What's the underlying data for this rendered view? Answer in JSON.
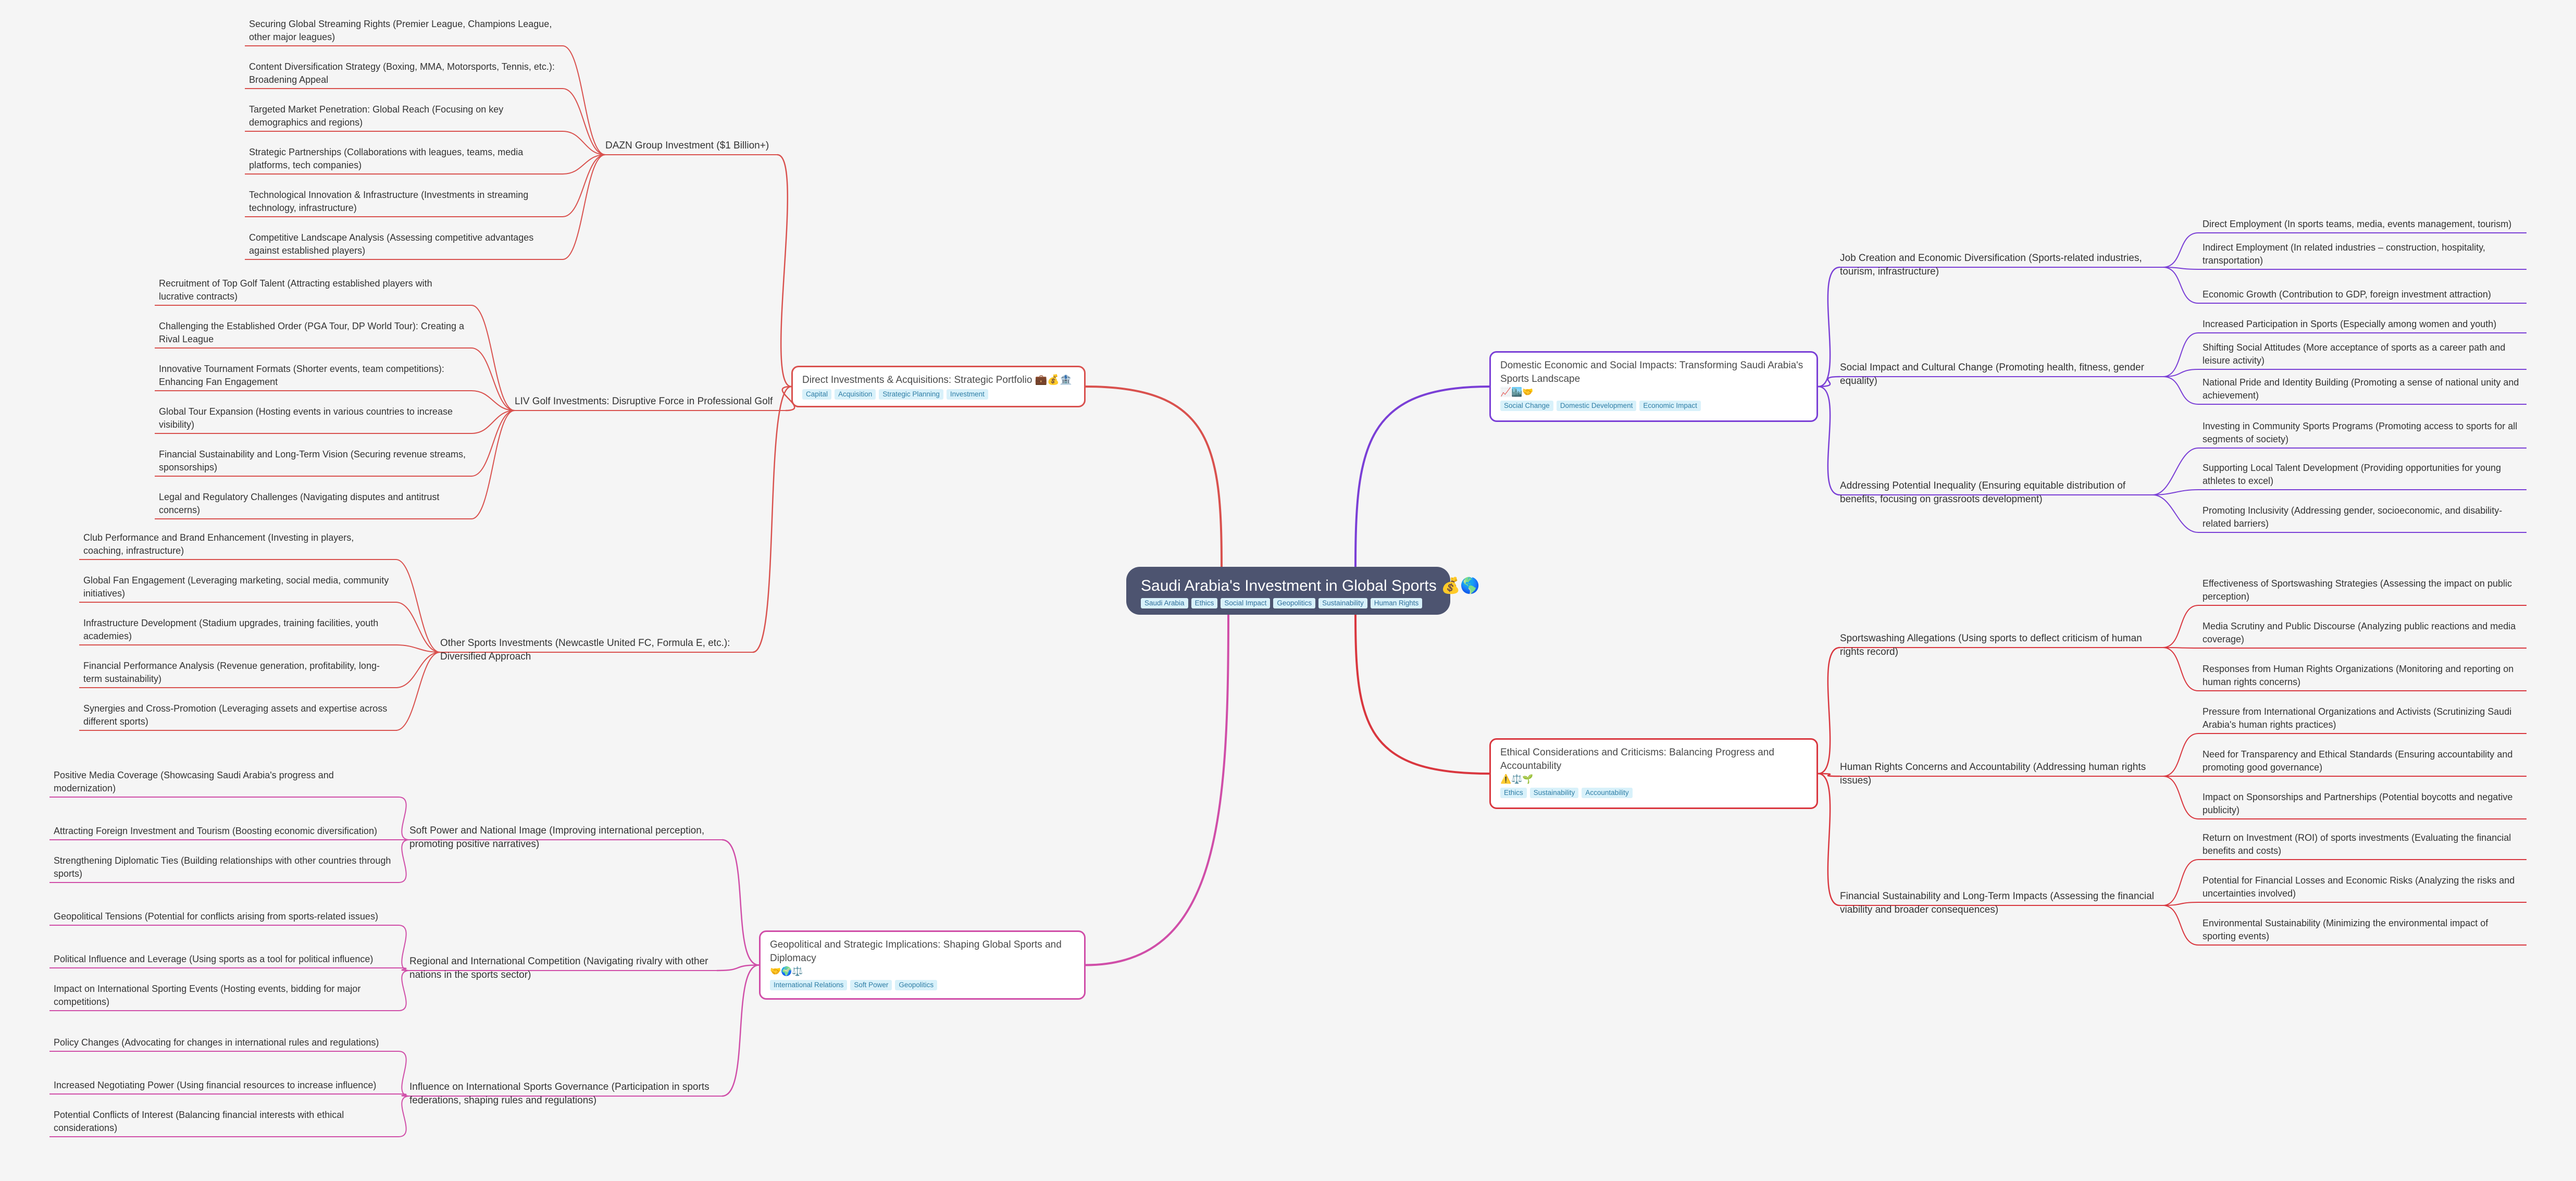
{
  "root": {
    "title": "Saudi Arabia's Investment in Global Sports 💰🌎",
    "tags": [
      "Saudi Arabia",
      "Ethics",
      "Social Impact",
      "Geopolitics",
      "Sustainability",
      "Human Rights"
    ]
  },
  "branches": [
    {
      "title": "Direct Investments & Acquisitions: Strategic Portfolio 💼💰🏦",
      "color": "#d9514e",
      "tags": [
        "Capital",
        "Acquisition",
        "Strategic Planning",
        "Investment"
      ],
      "children": [
        {
          "label": "DAZN Group Investment ($1 Billion+)",
          "leaves": [
            "Securing Global Streaming Rights (Premier League, Champions League, other major leagues)",
            "Content Diversification Strategy (Boxing, MMA, Motorsports, Tennis, etc.): Broadening Appeal",
            "Targeted Market Penetration: Global Reach (Focusing on key demographics and regions)",
            "Strategic Partnerships (Collaborations with leagues, teams, media platforms, tech companies)",
            "Technological Innovation & Infrastructure (Investments in streaming technology, infrastructure)",
            "Competitive Landscape Analysis (Assessing competitive advantages against established players)"
          ]
        },
        {
          "label": "LIV Golf Investments: Disruptive Force in Professional Golf",
          "leaves": [
            "Recruitment of Top Golf Talent (Attracting established players with lucrative contracts)",
            "Challenging the Established Order (PGA Tour, DP World Tour): Creating a Rival League",
            "Innovative Tournament Formats (Shorter events, team competitions): Enhancing Fan Engagement",
            "Global Tour Expansion (Hosting events in various countries to increase visibility)",
            "Financial Sustainability and Long-Term Vision (Securing revenue streams, sponsorships)",
            "Legal and Regulatory Challenges (Navigating disputes and antitrust concerns)"
          ]
        },
        {
          "label": "Other Sports Investments (Newcastle United FC, Formula E, etc.): Diversified Approach",
          "leaves": [
            "Club Performance and Brand Enhancement (Investing in players, coaching, infrastructure)",
            "Global Fan Engagement (Leveraging marketing, social media, community initiatives)",
            "Infrastructure Development (Stadium upgrades, training facilities, youth academies)",
            "Financial Performance Analysis (Revenue generation, profitability, long-term sustainability)",
            "Synergies and Cross-Promotion (Leveraging assets and expertise across different sports)"
          ]
        }
      ]
    },
    {
      "title": "Geopolitical and Strategic Implications: Shaping Global Sports and Diplomacy",
      "emoji": "🤝🌍⚖️",
      "color": "#d04ea8",
      "tags": [
        "International Relations",
        "Soft Power",
        "Geopolitics"
      ],
      "children": [
        {
          "label": "Soft Power and National Image (Improving international perception, promoting positive narratives)",
          "leaves": [
            "Positive Media Coverage (Showcasing Saudi Arabia's progress and modernization)",
            "Attracting Foreign Investment and Tourism (Boosting economic diversification)",
            "Strengthening Diplomatic Ties (Building relationships with other countries through sports)"
          ]
        },
        {
          "label": "Regional and International Competition (Navigating rivalry with other nations in the sports sector)",
          "leaves": [
            "Geopolitical Tensions (Potential for conflicts arising from sports-related issues)",
            "Political Influence and Leverage (Using sports as a tool for political influence)",
            "Impact on International Sporting Events (Hosting events, bidding for major competitions)"
          ]
        },
        {
          "label": "Influence on International Sports Governance (Participation in sports federations, shaping rules and regulations)",
          "leaves": [
            "Policy Changes (Advocating for changes in international rules and regulations)",
            "Increased Negotiating Power (Using financial resources to increase influence)",
            "Potential Conflicts of Interest (Balancing financial interests with ethical considerations)"
          ]
        }
      ]
    },
    {
      "title": "Domestic Economic and Social Impacts: Transforming Saudi Arabia's Sports Landscape",
      "emoji": "📈🏙️🤝",
      "color": "#7a3fd6",
      "tags": [
        "Social Change",
        "Domestic Development",
        "Economic Impact"
      ],
      "children": [
        {
          "label": "Job Creation and Economic Diversification (Sports-related industries, tourism, infrastructure)",
          "leaves": [
            "Direct Employment (In sports teams, media, events management, tourism)",
            "Indirect Employment (In related industries – construction, hospitality, transportation)",
            "Economic Growth (Contribution to GDP, foreign investment attraction)"
          ]
        },
        {
          "label": "Social Impact and Cultural Change (Promoting health, fitness, gender equality)",
          "leaves": [
            "Increased Participation in Sports (Especially among women and youth)",
            "Shifting Social Attitudes (More acceptance of sports as a career path and leisure activity)",
            "National Pride and Identity Building (Promoting a sense of national unity and achievement)"
          ]
        },
        {
          "label": "Addressing Potential Inequality (Ensuring equitable distribution of benefits, focusing on grassroots development)",
          "leaves": [
            "Investing in Community Sports Programs (Promoting access to sports for all segments of society)",
            "Supporting Local Talent Development (Providing opportunities for young athletes to excel)",
            "Promoting Inclusivity (Addressing gender, socioeconomic, and disability-related barriers)"
          ]
        }
      ]
    },
    {
      "title": "Ethical Considerations and Criticisms: Balancing Progress and Accountability",
      "emoji": "⚠️⚖️🌱",
      "color": "#d9373f",
      "tags": [
        "Ethics",
        "Sustainability",
        "Accountability"
      ],
      "children": [
        {
          "label": "Sportswashing Allegations (Using sports to deflect criticism of human rights record)",
          "leaves": [
            "Effectiveness of Sportswashing Strategies (Assessing the impact on public perception)",
            "Media Scrutiny and Public Discourse (Analyzing public reactions and media coverage)",
            "Responses from Human Rights Organizations (Monitoring and reporting on human rights concerns)"
          ]
        },
        {
          "label": "Human Rights Concerns and Accountability (Addressing human rights issues)",
          "leaves": [
            "Pressure from International Organizations and Activists (Scrutinizing Saudi Arabia's human rights practices)",
            "Need for Transparency and Ethical Standards (Ensuring accountability and promoting good governance)",
            "Impact on Sponsorships and Partnerships (Potential boycotts and negative publicity)"
          ]
        },
        {
          "label": "Financial Sustainability and Long-Term Impacts (Assessing the financial viability and broader consequences)",
          "leaves": [
            "Return on Investment (ROI) of sports investments (Evaluating the financial benefits and costs)",
            "Potential for Financial Losses and Economic Risks (Analyzing the risks and uncertainties involved)",
            "Environmental Sustainability (Minimizing the environmental impact of sporting events)"
          ]
        }
      ]
    }
  ]
}
